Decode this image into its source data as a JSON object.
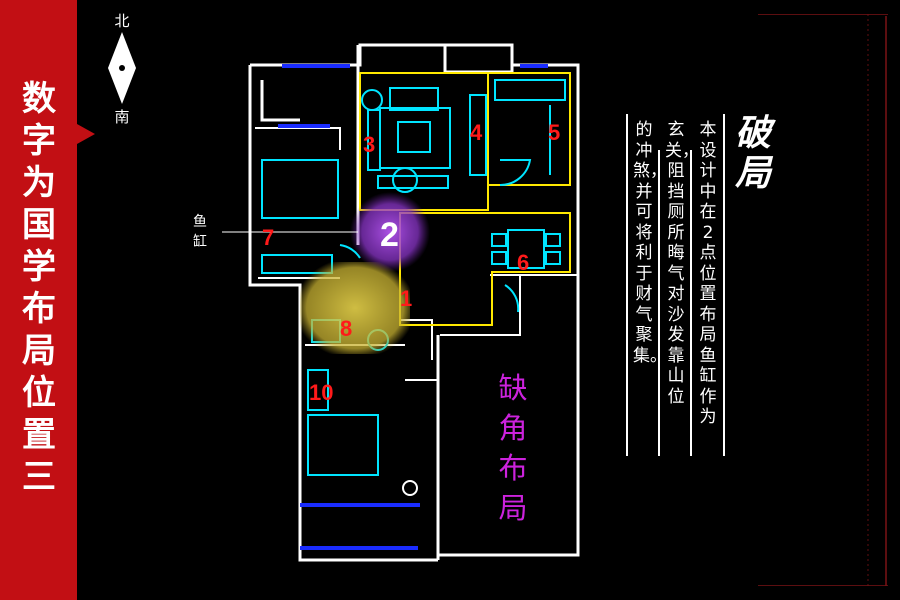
{
  "side_title": "数字为国学布局位置三",
  "compass": {
    "north": "北",
    "south": "南"
  },
  "fish_tank_label": "鱼缸",
  "missing_corner_label": "缺角布局",
  "section_title": "破局",
  "body_columns": [
    "本设计中在2点位置布局鱼缸作为",
    "玄关，阻挡厕所晦气对沙发靠山位",
    "的冲煞，并可将利于财气聚集。"
  ],
  "markers": [
    "1",
    "2",
    "3",
    "4",
    "5",
    "6",
    "7",
    "8",
    "10"
  ],
  "colors": {
    "banner": "#c20f14",
    "wall": "#ffffff",
    "furniture": "#00e5ff",
    "window": "#1a2cff",
    "zone": "#ffe800",
    "marker": "#ff1a1a",
    "missing_text": "#cc22dd",
    "spot_purple": "#9b3fd6",
    "spot_yellow": "#d7c23a"
  }
}
